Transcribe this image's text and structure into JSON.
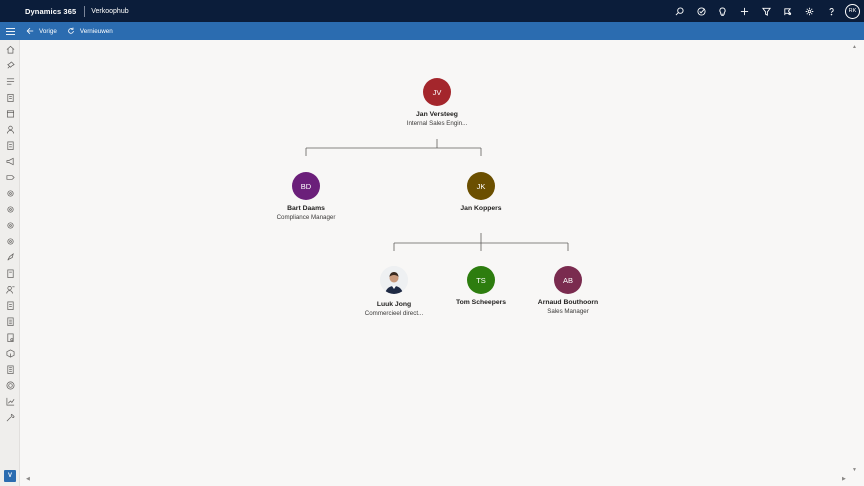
{
  "app": {
    "title": "Dynamics 365",
    "area": "Verkoophub"
  },
  "topbar": {
    "icons": [
      "search-icon",
      "task-icon",
      "lightbulb-icon",
      "plus-icon",
      "filter-icon",
      "assistant-icon",
      "gear-icon",
      "help-icon"
    ],
    "user_initials": "RK"
  },
  "commandbar": {
    "back_label": "Vorige",
    "refresh_label": "Vernieuwen"
  },
  "sidebar": {
    "icons": [
      "home-icon",
      "pin-icon",
      "recent-icon",
      "clipboard-icon",
      "calendar-icon",
      "person-icon",
      "document-icon",
      "megaphone-icon",
      "tag-icon",
      "gear-icon",
      "gear-icon",
      "gear-icon",
      "gear-icon",
      "rocket-icon",
      "form-icon",
      "contact-icon",
      "report-icon",
      "list-icon",
      "quote-icon",
      "box-icon",
      "invoice-icon",
      "target-icon",
      "chart-icon",
      "wrench-icon"
    ],
    "area_badge": "V"
  },
  "org": {
    "root": {
      "initials": "JV",
      "name": "Jan Versteeg",
      "title": "Internal Sales Engin...",
      "color": "#a4262c"
    },
    "level1": [
      {
        "initials": "BD",
        "name": "Bart Daams",
        "title": "Compliance Manager",
        "color": "#6b1f7a"
      },
      {
        "initials": "JK",
        "name": "Jan Koppers",
        "title": "",
        "color": "#6b4f00"
      }
    ],
    "level2": [
      {
        "initials": "",
        "name": "Luuk Jong",
        "title": "Commercieel direct...",
        "color": "",
        "photo": true
      },
      {
        "initials": "TS",
        "name": "Tom Scheepers",
        "title": "",
        "color": "#2d7d0f"
      },
      {
        "initials": "AB",
        "name": "Arnaud Bouthoorn",
        "title": "Sales Manager",
        "color": "#7a2b4f"
      }
    ]
  }
}
